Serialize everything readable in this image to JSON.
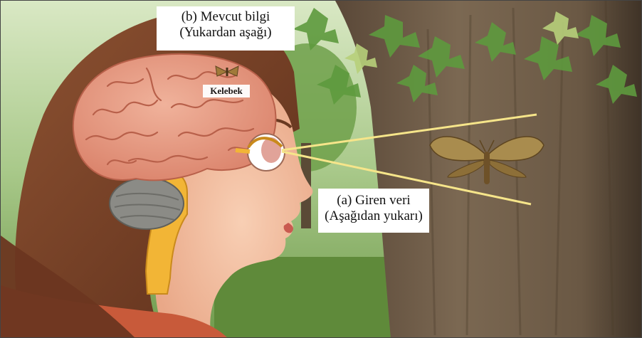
{
  "labels": {
    "existing_knowledge": {
      "line1": "(b) Mevcut bilgi",
      "line2": "(Yukardan aşağı)"
    },
    "incoming_data": {
      "line1": "(a) Giren veri",
      "line2": "(Aşağıdan yukarı)"
    },
    "butterfly_in_brain": "Kelebek"
  },
  "colors": {
    "brain": "#e49a82",
    "brain_fold": "#b8604a",
    "cerebellum": "#8b8b86",
    "spinal_cord": "#f2b536",
    "hair": "#7a4028",
    "skin": "#f4c3a5",
    "tree_bark": "#6e5a44",
    "foliage": "#5e9a3e",
    "vision_lines": "#f6e58a",
    "moth": "#9a7a3c"
  }
}
